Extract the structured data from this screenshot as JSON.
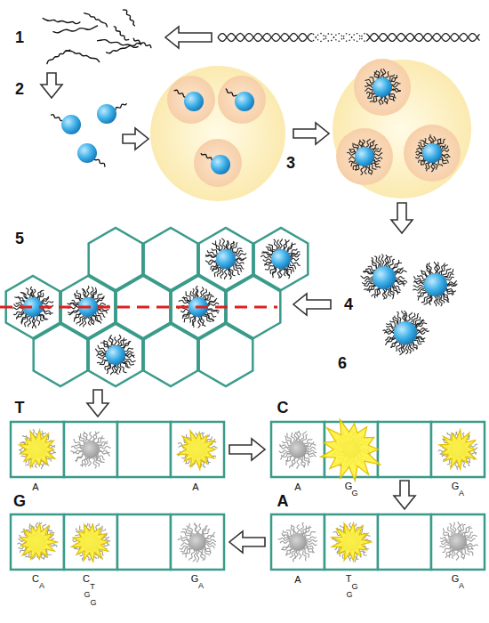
{
  "diagram": {
    "labels": [
      "1",
      "2",
      "3",
      "5",
      "4",
      "6",
      "T",
      "C",
      "A",
      "A",
      "A",
      "G",
      "G",
      "G",
      "A",
      "A",
      "G",
      "A",
      "T",
      "G",
      "G",
      "G",
      "A",
      "C",
      "A",
      "C",
      "T",
      "G",
      "G",
      "G",
      "A"
    ]
  }
}
